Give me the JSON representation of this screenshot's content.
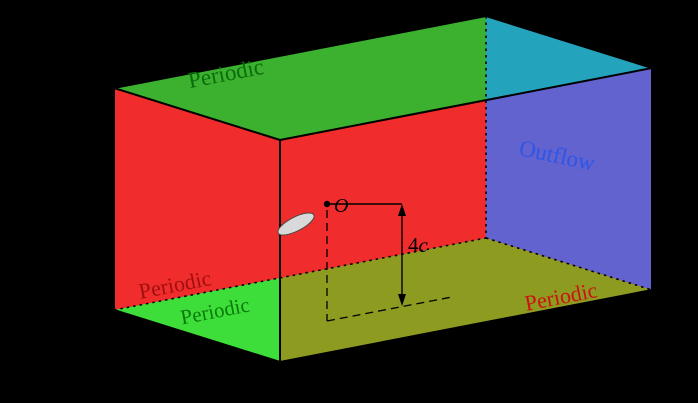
{
  "figure": {
    "description": "3D flow-domain box diagram",
    "labels": {
      "top": {
        "text": "Periodic",
        "color": "#0a6e0a"
      },
      "left": {
        "text": "Periodic",
        "color": "#a01010"
      },
      "bottom": {
        "text": "Periodic",
        "color": "#0a7a0a"
      },
      "bottom_back": {
        "text": "Periodic",
        "color": "#cc1111"
      },
      "outflow": {
        "text": "Outflow",
        "color": "#2d55e6"
      },
      "origin": {
        "text": "O"
      },
      "dimension": {
        "value": "4",
        "symbol": "c"
      }
    },
    "colors": {
      "top_face": "#3cb02f",
      "teal_overlap": "#24a3bd",
      "red_face": "#f12c2c",
      "blue_face": "#6263ce",
      "olive_overlap": "#8e9b21",
      "bottom_green": "#3ede3a",
      "airfoil_fill": "#d9d9d9",
      "edge": "#000000",
      "background": "#000000"
    }
  }
}
